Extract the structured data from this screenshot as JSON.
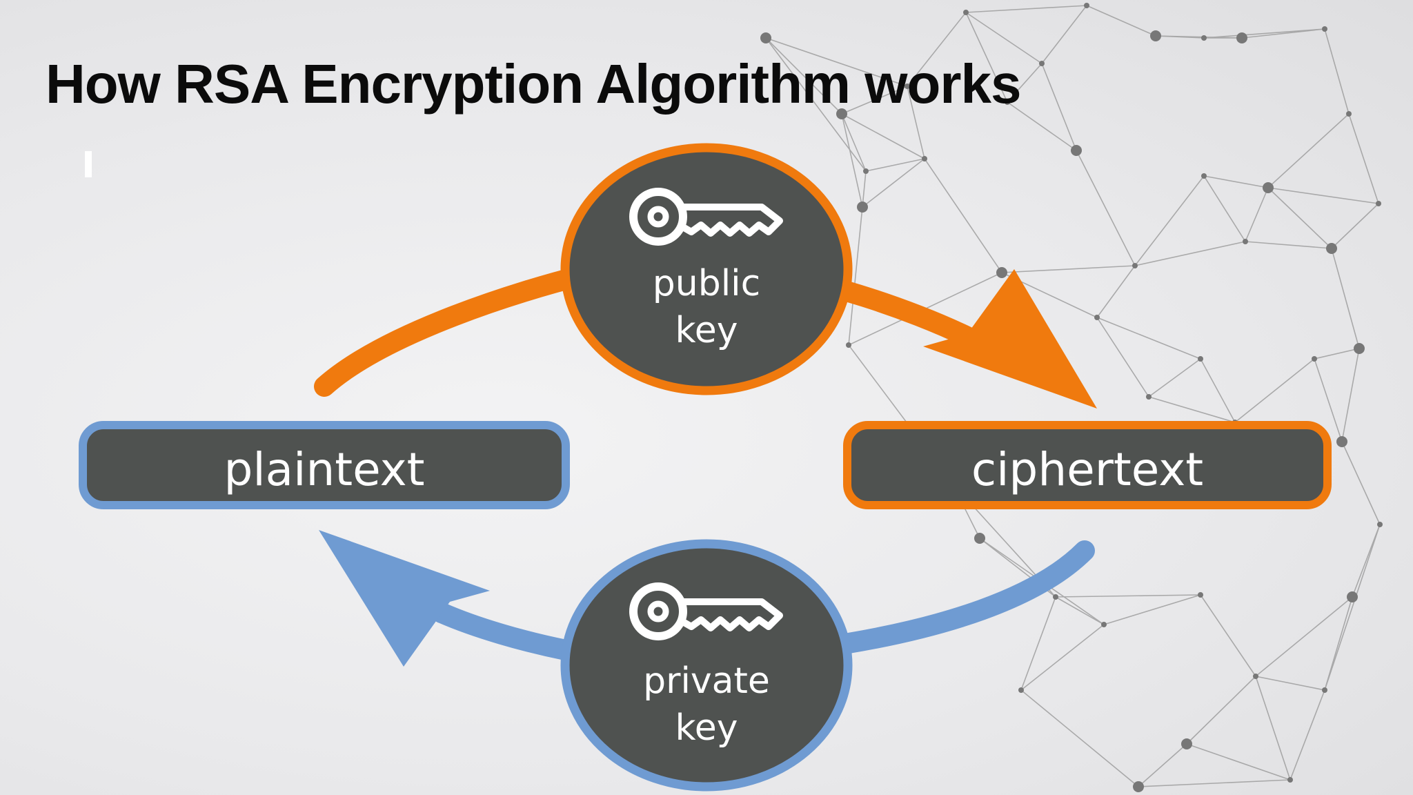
{
  "title": "How RSA Encryption Algorithm works",
  "nodes": {
    "plaintext": "plaintext",
    "ciphertext": "ciphertext",
    "public_key": {
      "line1": "public",
      "line2": "key"
    },
    "private_key": {
      "line1": "private",
      "line2": "key"
    }
  },
  "colors": {
    "orange": "#f07a0e",
    "blue": "#6f9bd2",
    "dark_fill": "#4f5250",
    "network": "#8f8f8f"
  },
  "icons": [
    "key-icon",
    "key-icon"
  ]
}
